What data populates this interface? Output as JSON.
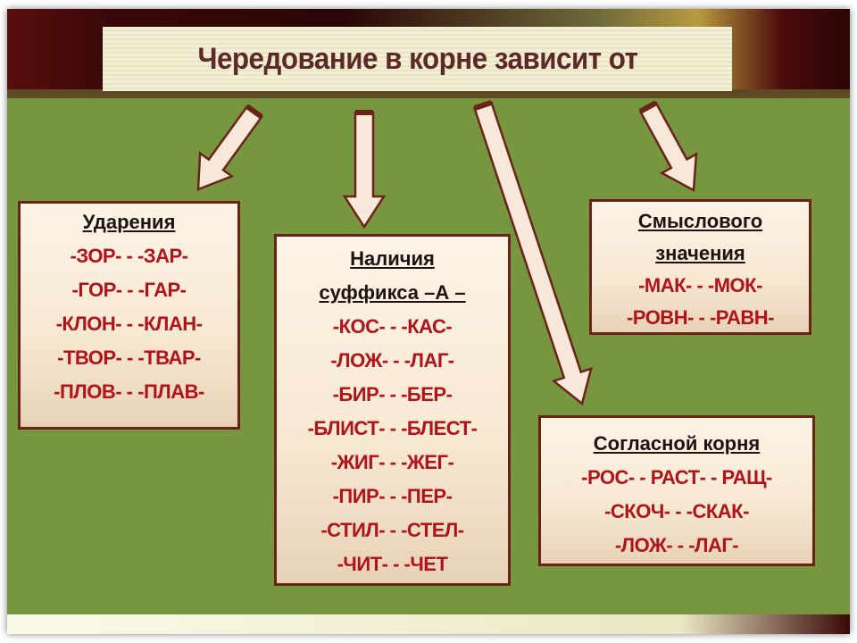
{
  "title": "Чередование в корне зависит от",
  "boxes": [
    {
      "heading": [
        "Ударения"
      ],
      "rows": [
        "-ЗОР- - -ЗАР-",
        "-ГОР- - -ГАР-",
        "-КЛОН- - -КЛАН-",
        "-ТВОР- - -ТВАР-",
        "-ПЛОВ- - -ПЛАВ-"
      ]
    },
    {
      "heading": [
        "Наличия",
        "суффикса –А –"
      ],
      "rows": [
        "-КОС- - -КАС-",
        "-ЛОЖ- - -ЛАГ-",
        "-БИР- - -БЕР-",
        "-БЛИСТ- - -БЛЕСТ-",
        "-ЖИГ- - -ЖЕГ-",
        "-ПИР- - -ПЕР-",
        "-СТИЛ- - -СТЕЛ-",
        "-ЧИТ- - -ЧЕТ"
      ]
    },
    {
      "heading": [
        "Смыслового",
        "значения"
      ],
      "rows": [
        "-МАК- - -МОК-",
        "-РОВН- - -РАВН-"
      ]
    },
    {
      "heading": [
        "Согласной корня"
      ],
      "rows": [
        "-РОС- - РАСТ- - РАЩ-",
        "-СКОЧ- - -СКАК-",
        "-ЛОЖ- - -ЛАГ-"
      ]
    }
  ],
  "colors": {
    "background": "#76963f",
    "box_border": "#6b2318",
    "root_text": "#b0141a",
    "title_text": "#5b2a28"
  }
}
